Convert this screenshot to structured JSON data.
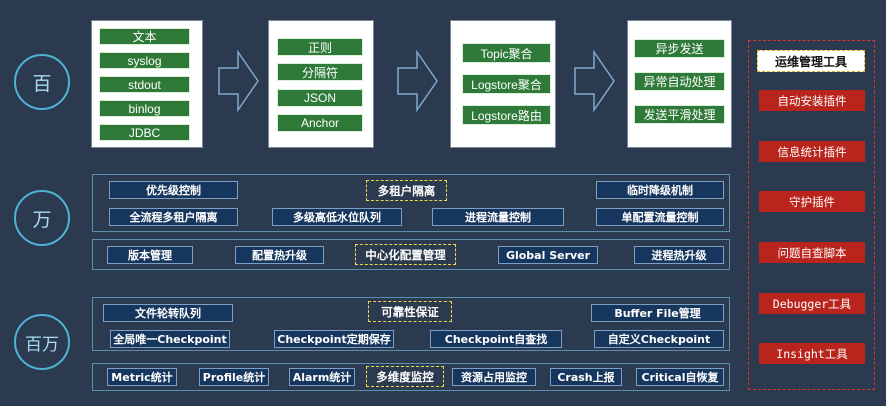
{
  "levels": [
    "百",
    "万",
    "百万"
  ],
  "pipeline": {
    "inputs": [
      "文本",
      "syslog",
      "stdout",
      "binlog",
      "JDBC"
    ],
    "parsers": [
      "正则",
      "分隔符",
      "JSON",
      "Anchor"
    ],
    "aggregation": [
      "Topic聚合",
      "Logstore聚合",
      "Logstore路由"
    ],
    "sending": [
      "异步发送",
      "异常自动处理",
      "发送平滑处理"
    ]
  },
  "wan": {
    "row1": [
      "优先级控制",
      "多租户隔离",
      "临时降级机制"
    ],
    "row2": [
      "全流程多租户隔离",
      "多级高低水位队列",
      "进程流量控制",
      "单配置流量控制"
    ],
    "row3": [
      "版本管理",
      "配置热升级",
      "中心化配置管理",
      "Global Server",
      "进程热升级"
    ]
  },
  "baiwan": {
    "row1": [
      "文件轮转队列",
      "可靠性保证",
      "Buffer File管理"
    ],
    "row2": [
      "全局唯一Checkpoint",
      "Checkpoint定期保存",
      "Checkpoint自查找",
      "自定义Checkpoint"
    ],
    "row3": [
      "Metric统计",
      "Profile统计",
      "Alarm统计",
      "多维度监控",
      "资源占用监控",
      "Crash上报",
      "Critical自恢复"
    ]
  },
  "ops": {
    "title": "运维管理工具",
    "items": [
      "自动安装插件",
      "信息统计插件",
      "守护插件",
      "问题自查脚本",
      "Debugger工具",
      "Insight工具"
    ]
  },
  "colors": {
    "background": "#2b3a4f",
    "circle": "#4fb3d9",
    "green_tag": "#2f7a39",
    "navy_tag": "#17365e",
    "highlight_dash": "#f0d64a",
    "red_tag": "#b9251c",
    "ops_border": "#d9342b"
  }
}
